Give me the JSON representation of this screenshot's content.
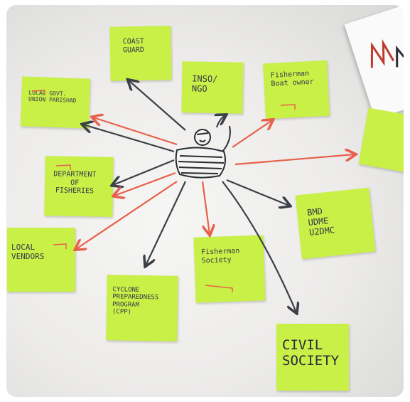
{
  "notes": {
    "coast_guard": "COAST\nGUARD",
    "inso_ngo": "INSO/\nNGO",
    "fisherman_boat_owner": "Fisherman\nBoat owner",
    "local_govt": "LOCAL GOVT.\nUNION PARISHAD",
    "department_fisheries": "DEPARTMENT\nOF\nFISHERIES",
    "local_vendors": "LOCAL\nVENDORS",
    "bmd": "BMD\nUDME\nU2DMC",
    "fisherman_society": "Fisherman\nSociety",
    "cpp": "CYCLONE\nPREPAREDNESS\nPROGRAM\n(CPP)",
    "civil_society": "CIVIL\nSOCIETY"
  },
  "colors": {
    "note": "#c8f046",
    "red_arrow": "#e8604a",
    "dark_arrow": "#3b3f46"
  }
}
